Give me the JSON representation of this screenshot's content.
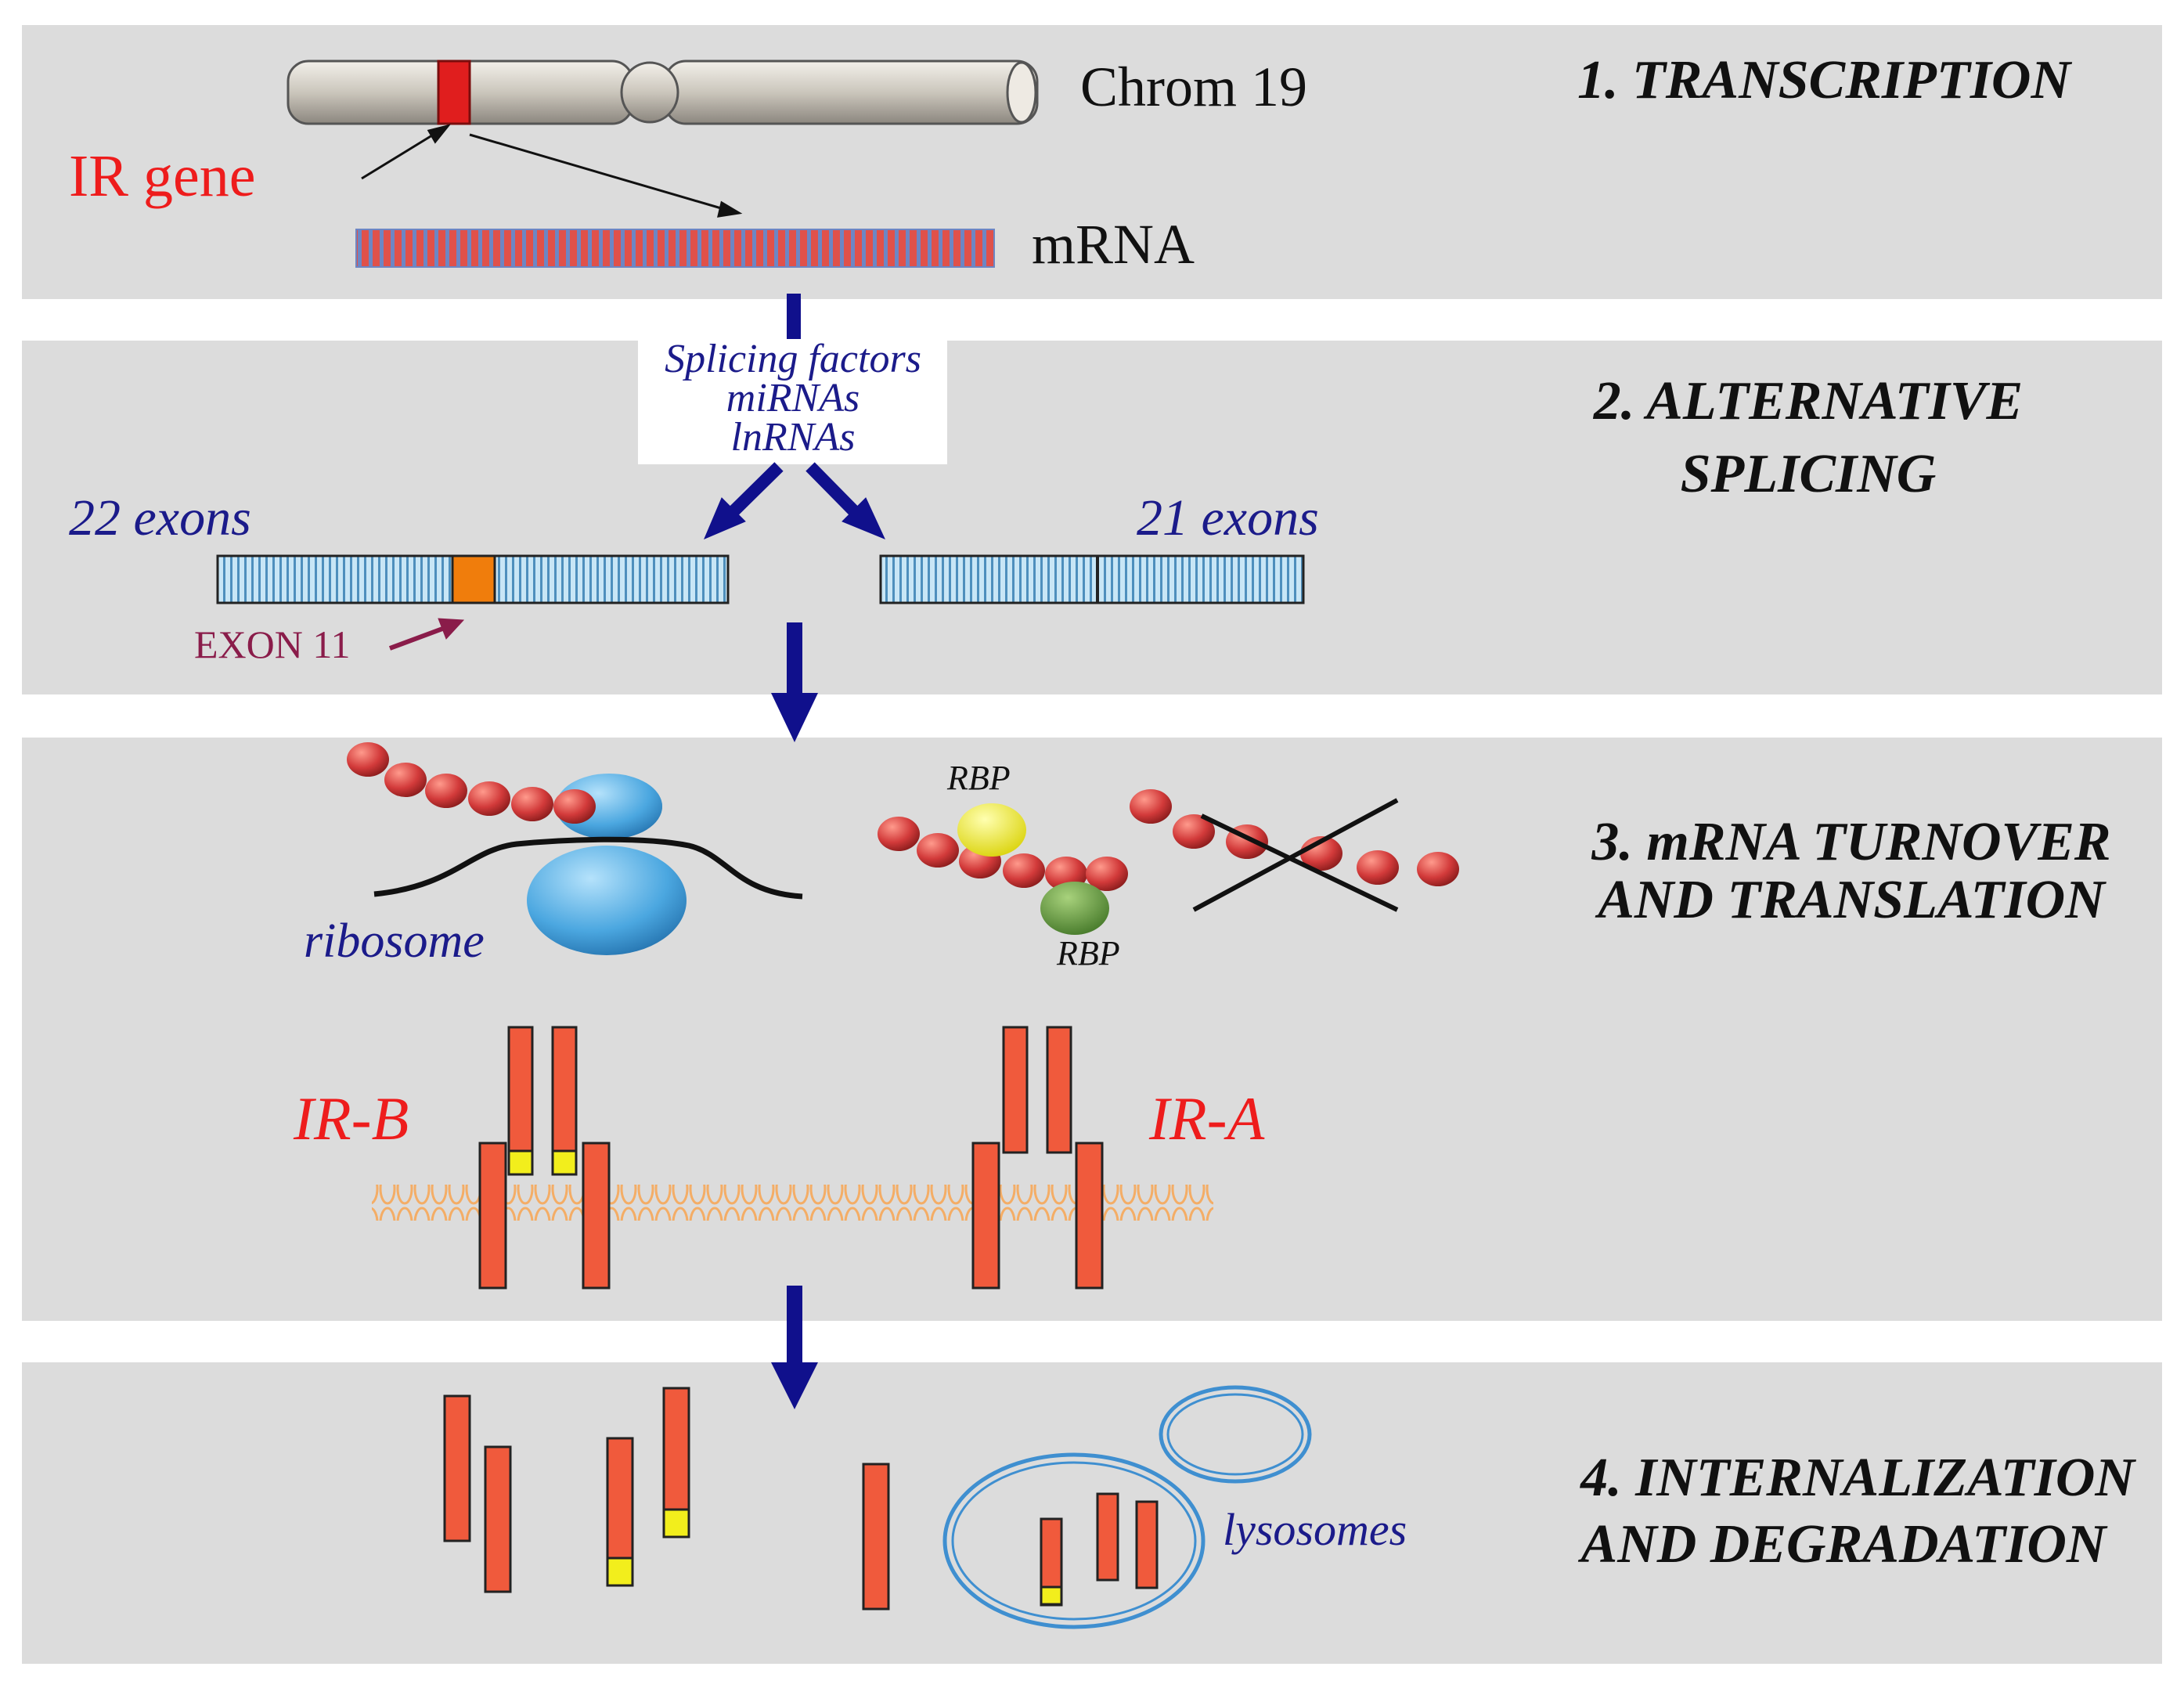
{
  "panels": [
    {
      "title_line1": "1. TRANSCRIPTION",
      "title_line2": ""
    },
    {
      "title_line1": "2. ALTERNATIVE",
      "title_line2": "SPLICING"
    },
    {
      "title_line1": "3. mRNA TURNOVER",
      "title_line2": "AND TRANSLATION"
    },
    {
      "title_line1": "4. INTERNALIZATION",
      "title_line2": "AND DEGRADATION"
    }
  ],
  "labels": {
    "chromosome": "Chrom 19",
    "ir_gene": "IR gene",
    "mrna": "mRNA",
    "regulators": [
      "Splicing factors",
      "miRNAs",
      "lnRNAs"
    ],
    "exons_22": "22 exons",
    "exons_21": "21 exons",
    "exon11": "EXON 11",
    "ribosome": "ribosome",
    "rbp_top": "RBP",
    "rbp_bottom": "RBP",
    "ir_b": "IR-B",
    "ir_a": "IR-A",
    "lysosomes": "lysosomes"
  },
  "colors": {
    "panel_bg": "#dcdcdc",
    "red_label": "#ee1c1c",
    "navy": "#1b1b8a",
    "arrow": "#10108c",
    "receptor": "#f05a3c",
    "exon_blue": "#bfe0f2",
    "exon11": "#f07d0c",
    "ribosome": "#4ba7e0",
    "bead": "#d23a3a",
    "rbp_yellow": "#f2ee1c",
    "rbp_green": "#5e9a38",
    "lysosome": "#3f8fd0",
    "membrane": "#f6b974"
  }
}
